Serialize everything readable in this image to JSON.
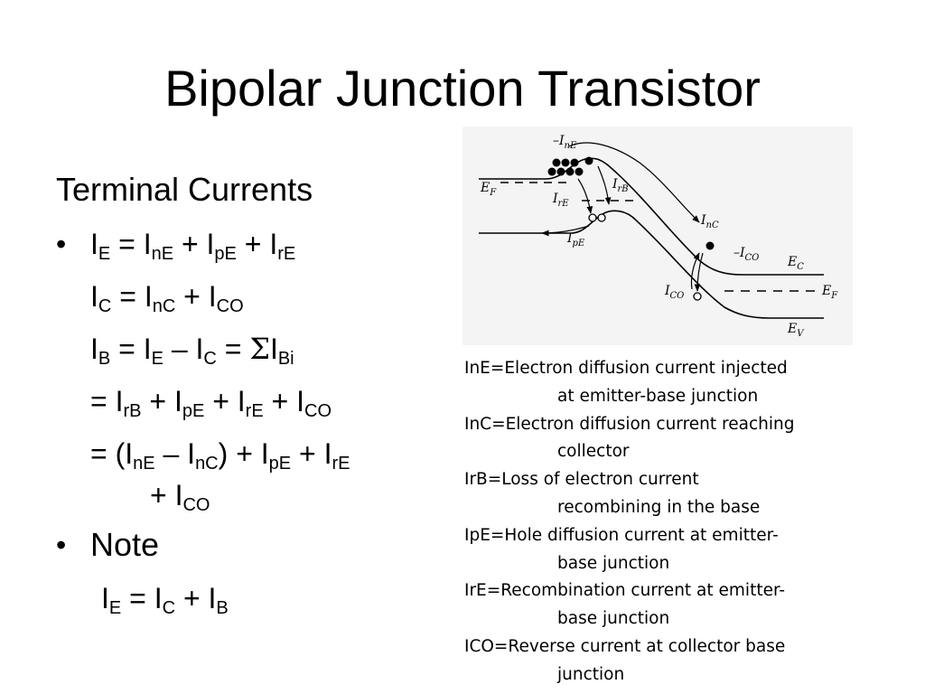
{
  "slide": {
    "title": "Bipolar Junction Transistor",
    "subtitle": "Terminal Currents",
    "bullet_char": "•",
    "note": "Note",
    "equations": {
      "ie": {
        "I": "I",
        "sE": "E",
        "eq": " = ",
        "a": "nE",
        "b": "pE",
        "c": "rE",
        "plus": " + "
      },
      "ic": {
        "a": "C",
        "b": "nC",
        "c": "CO"
      },
      "ib": {
        "a": "B",
        "b": "E",
        "c": "C",
        "minus": " – ",
        "sigma": "Σ",
        "d": "Bi"
      },
      "line4": {
        "prefix": "=  ",
        "a": "rB",
        "b": "pE",
        "c": "rE",
        "d": "CO"
      },
      "line5": {
        "prefix": "= (",
        "a": "nE",
        "b": "nC",
        "close": ")",
        "c": "pE",
        "d": "rE"
      },
      "line6": {
        "prefix": "+ ",
        "a": "CO"
      },
      "note_eq": {
        "a": "E",
        "b": "C",
        "c": "B"
      }
    }
  },
  "diagram": {
    "labels": {
      "ine": "–I",
      "ine_sub": "nE",
      "ef_left": "E",
      "ef_left_sub": "F",
      "ire": "I",
      "ire_sub": "rE",
      "irb": "I",
      "irb_sub": "rB",
      "ipe": "I",
      "ipe_sub": "pE",
      "inc": "I",
      "inc_sub": "nC",
      "ico_top": "–I",
      "ico_top_sub": "CO",
      "ico_bottom": "I",
      "ico_bottom_sub": "CO",
      "ec": "E",
      "ec_sub": "C",
      "ef_right": "E",
      "ef_right_sub": "F",
      "ev": "E",
      "ev_sub": "V"
    }
  },
  "definitions": [
    {
      "line": "InE=Electron diffusion current injected",
      "cont": "at emitter-base junction"
    },
    {
      "line": "InC=Electron diffusion current reaching",
      "cont": "collector"
    },
    {
      "line": "IrB=Loss of electron current",
      "cont": "recombining in the base"
    },
    {
      "line": "IpE=Hole diffusion current at emitter-",
      "cont": "base junction"
    },
    {
      "line": "IrE=Recombination current at emitter-",
      "cont": "base junction"
    },
    {
      "line": "ICO=Reverse current at collector base",
      "cont": "junction"
    }
  ]
}
